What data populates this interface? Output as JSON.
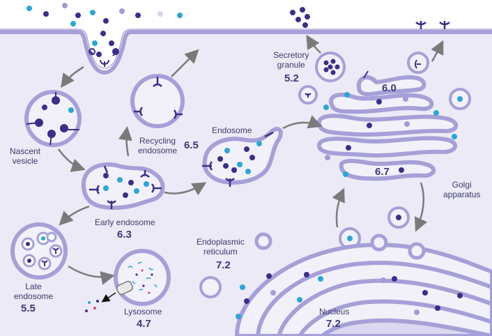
{
  "diagram": {
    "labels": {
      "nascent": "Nascent\nvesicle",
      "recycling": "Recycling\nendosome",
      "recycling_ph": "6.5",
      "endosome": "Endosome",
      "secretory": "Secretory\ngranule",
      "secretory_ph": "5.2",
      "golgi_ph": "6.0",
      "golgi": "Golgi\napparatus",
      "golgi_ph2": "6.7",
      "early": "Early endosome",
      "early_ph": "6.3",
      "late": "Late\nendosome",
      "late_ph": "5.5",
      "lysosome": "Lysosome",
      "lysosome_ph": "4.7",
      "er": "Endoplasmic\nreticulum",
      "er_ph": "7.2",
      "nucleus": "Nucleus",
      "nucleus_ph": "7.2"
    },
    "colors": {
      "membrane": "#a6a0d8",
      "membrane_stroke": "#8a83c4",
      "lumen": "#f2f1fa",
      "cytoplasm": "#eceaf6",
      "cyan": "#2aa6d8",
      "navy": "#3b2e8a",
      "lavender": "#a39ad6",
      "text": "#3a3a6a"
    }
  }
}
